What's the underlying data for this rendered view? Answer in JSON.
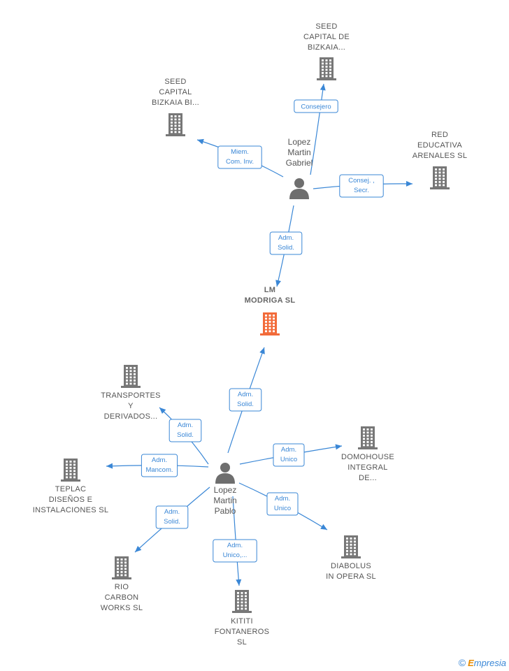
{
  "nodes": [
    {
      "id": "lm",
      "kind": "company",
      "focus": true,
      "label": [
        "LM",
        "MODRIGA  SL"
      ]
    },
    {
      "id": "lmg",
      "kind": "person",
      "label": [
        "Lopez",
        "Martin",
        "Gabriel"
      ]
    },
    {
      "id": "lmp",
      "kind": "person",
      "label": [
        "Lopez",
        "Martin",
        "Pablo"
      ]
    },
    {
      "id": "seed1",
      "kind": "company",
      "label": [
        "SEED",
        "CAPITAL DE",
        "BIZKAIA..."
      ]
    },
    {
      "id": "seed2",
      "kind": "company",
      "label": [
        "SEED",
        "CAPITAL",
        "BIZKAIA BI..."
      ]
    },
    {
      "id": "red",
      "kind": "company",
      "label": [
        "RED",
        "EDUCATIVA",
        "ARENALES  SL"
      ]
    },
    {
      "id": "trans",
      "kind": "company",
      "label": [
        "TRANSPORTES",
        "Y",
        "DERIVADOS..."
      ]
    },
    {
      "id": "teplac",
      "kind": "company",
      "label": [
        "TEPLAC",
        "DISEÑOS E",
        "INSTALACIONES SL"
      ]
    },
    {
      "id": "domo",
      "kind": "company",
      "label": [
        "DOMOHOUSE",
        "INTEGRAL",
        "DE..."
      ]
    },
    {
      "id": "diab",
      "kind": "company",
      "label": [
        "DIABOLUS",
        "IN OPERA  SL"
      ]
    },
    {
      "id": "rio",
      "kind": "company",
      "label": [
        "RIO",
        "CARBON",
        "WORKS  SL"
      ]
    },
    {
      "id": "kititi",
      "kind": "company",
      "label": [
        "KITITI",
        "FONTANEROS",
        "SL"
      ]
    }
  ],
  "edges": [
    {
      "from": "lmg",
      "to": "seed1",
      "label": [
        "Consejero"
      ]
    },
    {
      "from": "lmg",
      "to": "seed2",
      "label": [
        "Miem.",
        "Com. Inv."
      ]
    },
    {
      "from": "lmg",
      "to": "red",
      "label": [
        "Consej. ,",
        "Secr."
      ]
    },
    {
      "from": "lmg",
      "to": "lm",
      "label": [
        "Adm.",
        "Solid."
      ]
    },
    {
      "from": "lmp",
      "to": "lm",
      "label": [
        "Adm.",
        "Solid."
      ]
    },
    {
      "from": "lmp",
      "to": "trans",
      "label": [
        "Adm.",
        "Solid."
      ]
    },
    {
      "from": "lmp",
      "to": "teplac",
      "label": [
        "Adm.",
        "Mancom."
      ]
    },
    {
      "from": "lmp",
      "to": "domo",
      "label": [
        "Adm.",
        "Unico"
      ]
    },
    {
      "from": "lmp",
      "to": "diab",
      "label": [
        "Adm.",
        "Unico"
      ]
    },
    {
      "from": "lmp",
      "to": "rio",
      "label": [
        "Adm.",
        "Solid."
      ]
    },
    {
      "from": "lmp",
      "to": "kititi",
      "label": [
        "Adm.",
        "Unico,..."
      ]
    }
  ],
  "colors": {
    "edge": "#3a87d6",
    "company": "#777777",
    "focus_company": "#f26b3a",
    "person": "#6e6e6e"
  },
  "footer": {
    "copyright": "©",
    "brand_first": "E",
    "brand_rest": "mpresia"
  }
}
